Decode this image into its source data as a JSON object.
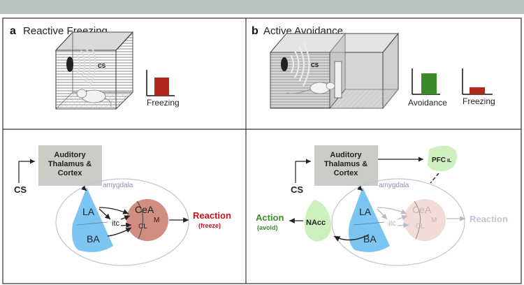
{
  "panel_a": {
    "letter": "a",
    "title": "Reactive Freezing",
    "cs_label": "CS",
    "bar_label": "Freezing",
    "freezing_level": 0.72
  },
  "panel_b": {
    "letter": "b",
    "title": "Active Avoidance",
    "cs_label": "CS",
    "avoidance_label": "Avoidance",
    "freezing_label": "Freezing",
    "avoidance_level": 0.82,
    "freezing_level": 0.28
  },
  "circuit_a": {
    "cs": "CS",
    "thalamus_line1": "Auditory",
    "thalamus_line2": "Thalamus &",
    "thalamus_line3": "Cortex",
    "amygdala": "amygdala",
    "la": "LA",
    "ba": "BA",
    "itc": "itc",
    "cea": "CeA",
    "m": "M",
    "cl": "CL",
    "reaction": "Reaction",
    "reaction_sub": "(freeze)"
  },
  "circuit_b": {
    "cs": "CS",
    "thalamus_line1": "Auditory",
    "thalamus_line2": "Thalamus &",
    "thalamus_line3": "Cortex",
    "pfc": "PFC",
    "pfc_sub": "IL",
    "amygdala": "amygdala",
    "la": "LA",
    "ba": "BA",
    "itc": "itc",
    "cea": "CeA",
    "m": "M",
    "cl": "CL",
    "reaction": "Reaction",
    "nacc": "NAcc",
    "action": "Action",
    "action_sub": "(avoid)"
  },
  "colors": {
    "freezing_bar": "#b3261e",
    "avoidance_bar": "#3a8a2a",
    "reaction_red": "#c8121a",
    "action_green": "#3d8c2f",
    "la_ba_blue": "#7cc4f2",
    "cea_brown": "#cf8e7f",
    "box_gray": "#c9cdc6",
    "nacc_green": "#cdf0bd"
  }
}
